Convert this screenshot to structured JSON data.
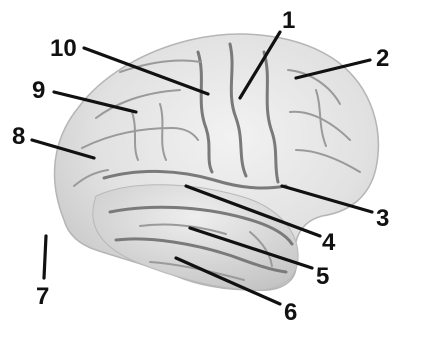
{
  "labels": [
    {
      "id": 1,
      "text": "1"
    },
    {
      "id": 2,
      "text": "2"
    },
    {
      "id": 3,
      "text": "3"
    },
    {
      "id": 4,
      "text": "4"
    },
    {
      "id": 5,
      "text": "5"
    },
    {
      "id": 6,
      "text": "6"
    },
    {
      "id": 7,
      "text": "7"
    },
    {
      "id": 8,
      "text": "8"
    },
    {
      "id": 9,
      "text": "9"
    },
    {
      "id": 10,
      "text": "10"
    }
  ],
  "colors": {
    "background": "#ffffff",
    "brain_fill": "#e4e4e4",
    "brain_shade": "#c9c9c9",
    "sulcus": "#7a7a7a",
    "label": "#111111"
  }
}
